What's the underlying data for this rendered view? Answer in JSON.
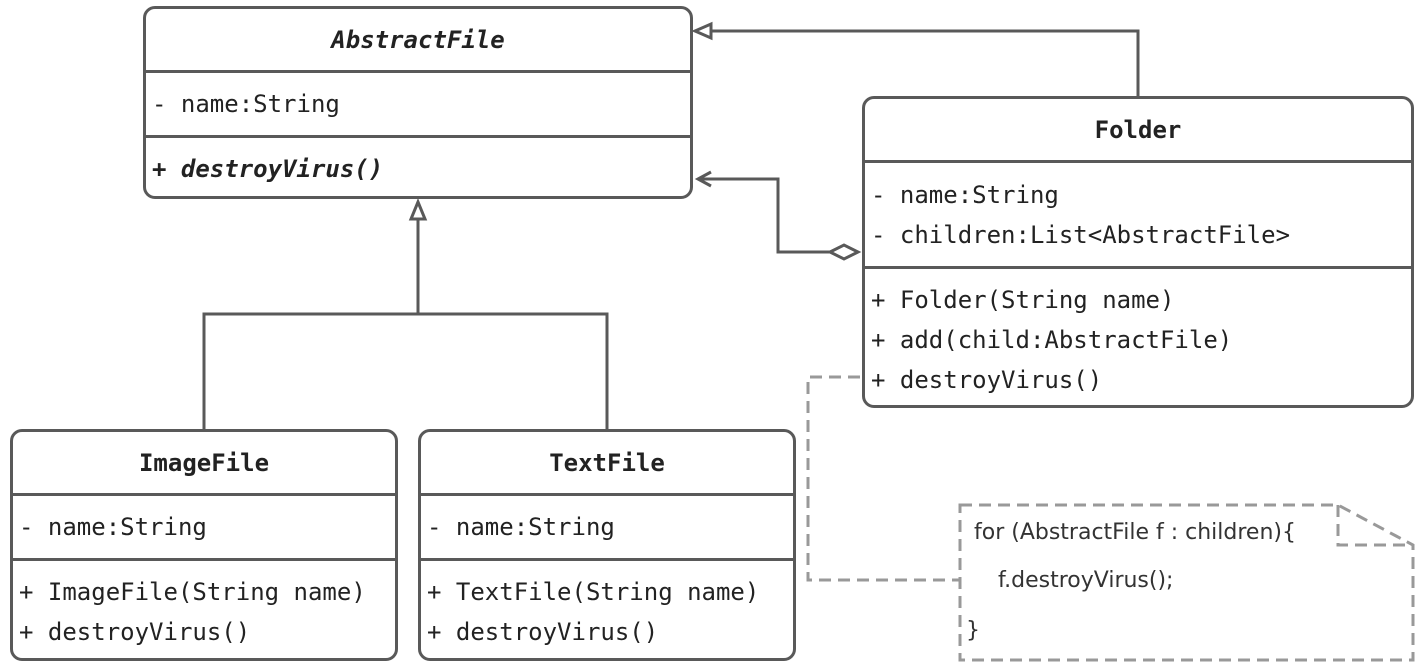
{
  "colors": {
    "stroke": "#595959",
    "dashed": "#999999",
    "text": "#222222"
  },
  "classes": {
    "abstract_file": {
      "name": "AbstractFile",
      "attributes": [
        "- name:String"
      ],
      "methods": [
        "+ destroyVirus()"
      ]
    },
    "folder": {
      "name": "Folder",
      "attributes": [
        "- name:String",
        "- children:List<AbstractFile>"
      ],
      "methods": [
        "+ Folder(String name)",
        "+ add(child:AbstractFile)",
        "+ destroyVirus()"
      ]
    },
    "image_file": {
      "name": "ImageFile",
      "attributes": [
        "- name:String"
      ],
      "methods": [
        "+ ImageFile(String name)",
        "+ destroyVirus()"
      ]
    },
    "text_file": {
      "name": "TextFile",
      "attributes": [
        "- name:String"
      ],
      "methods": [
        "+ TextFile(String name)",
        "+ destroyVirus()"
      ]
    }
  },
  "note": {
    "lines": [
      "for (AbstractFile f : children){",
      "f.destroyVirus();",
      "}"
    ]
  }
}
